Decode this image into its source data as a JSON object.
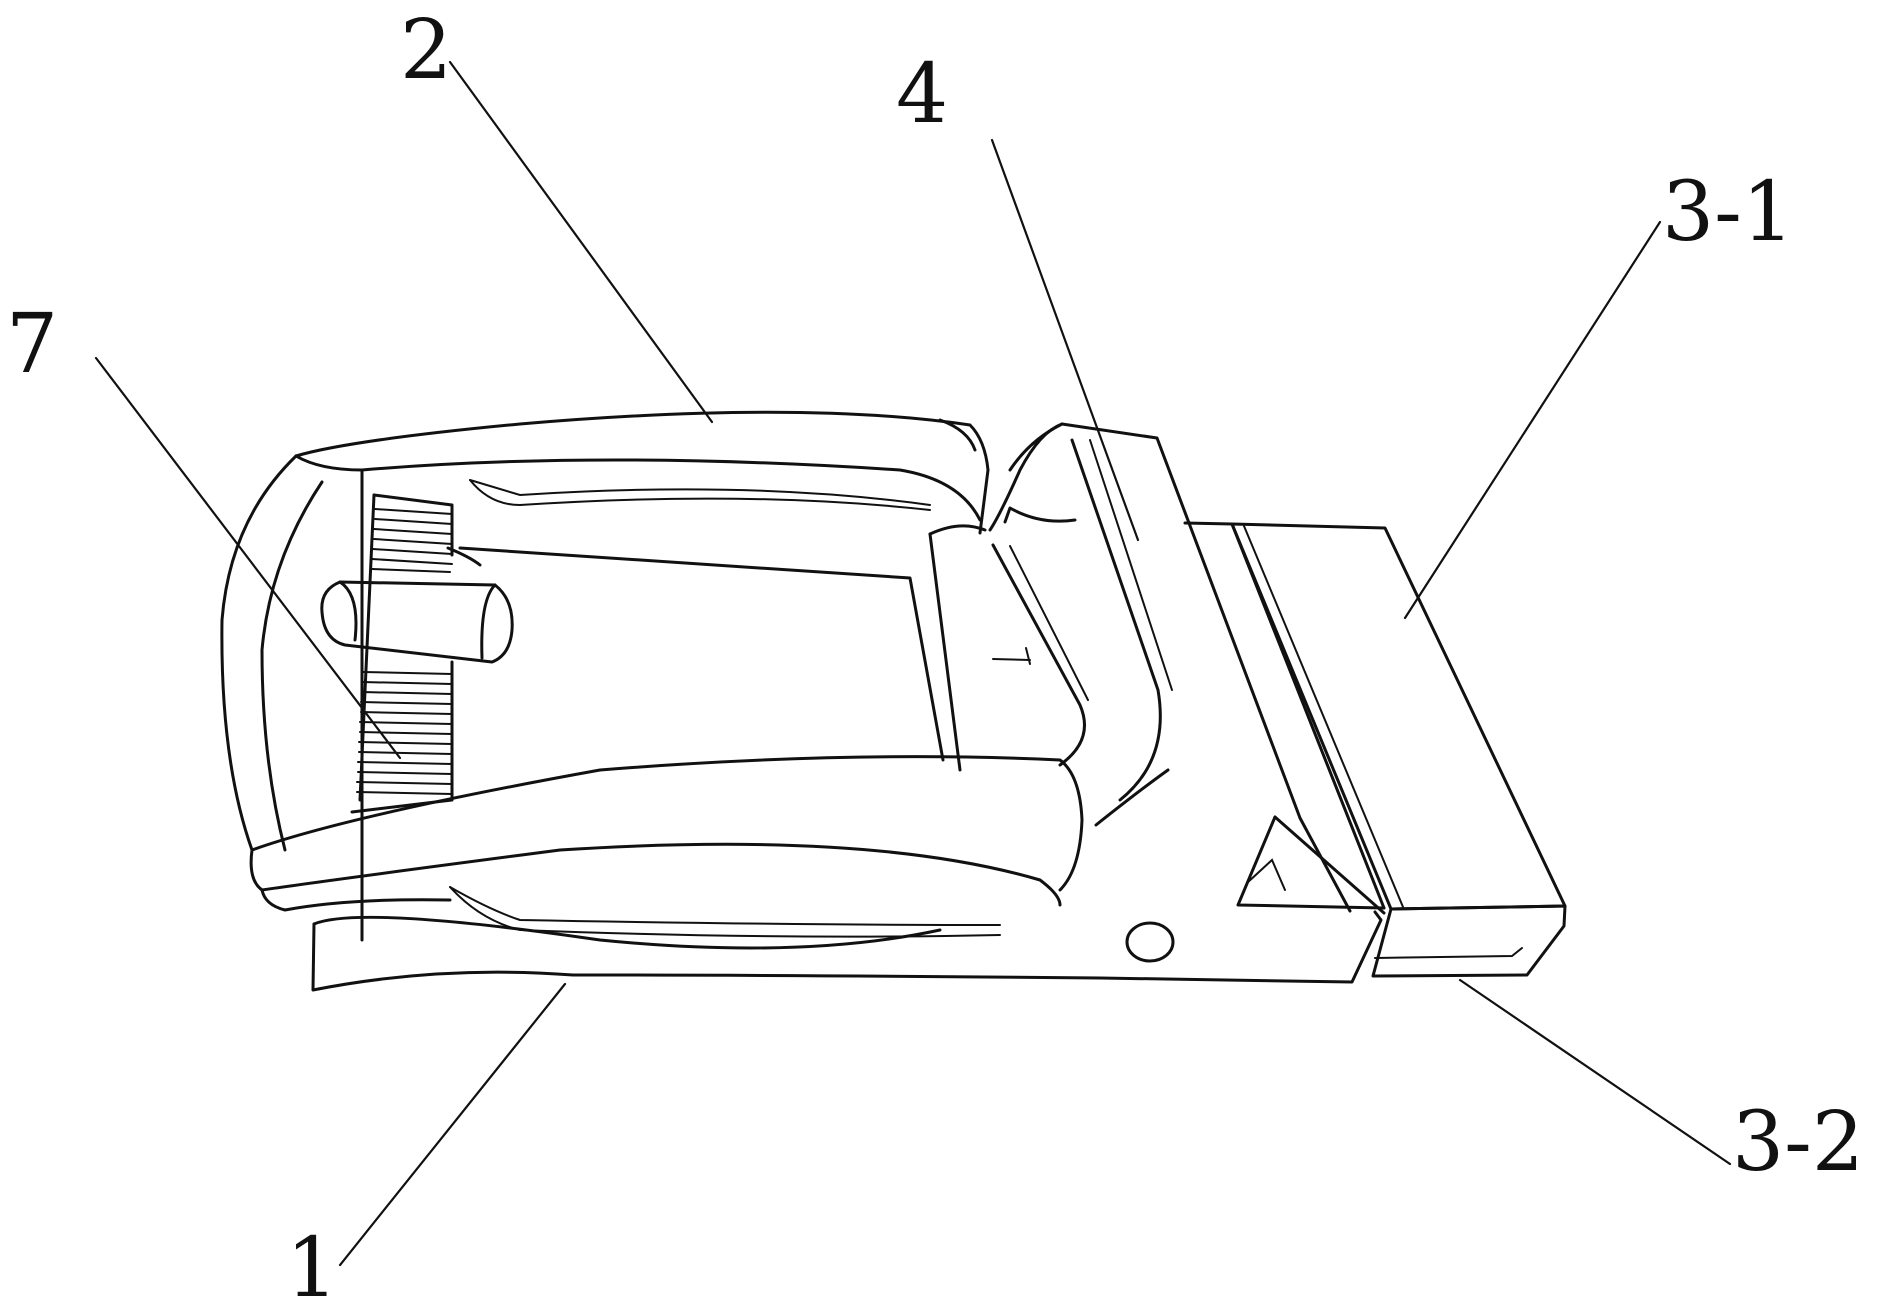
{
  "labels": {
    "l1": "1",
    "l2": "2",
    "l3_1": "3-1",
    "l3_2": "3-2",
    "l4": "4",
    "l7": "7"
  },
  "colors": {
    "line": "#111111",
    "background": "#ffffff"
  }
}
